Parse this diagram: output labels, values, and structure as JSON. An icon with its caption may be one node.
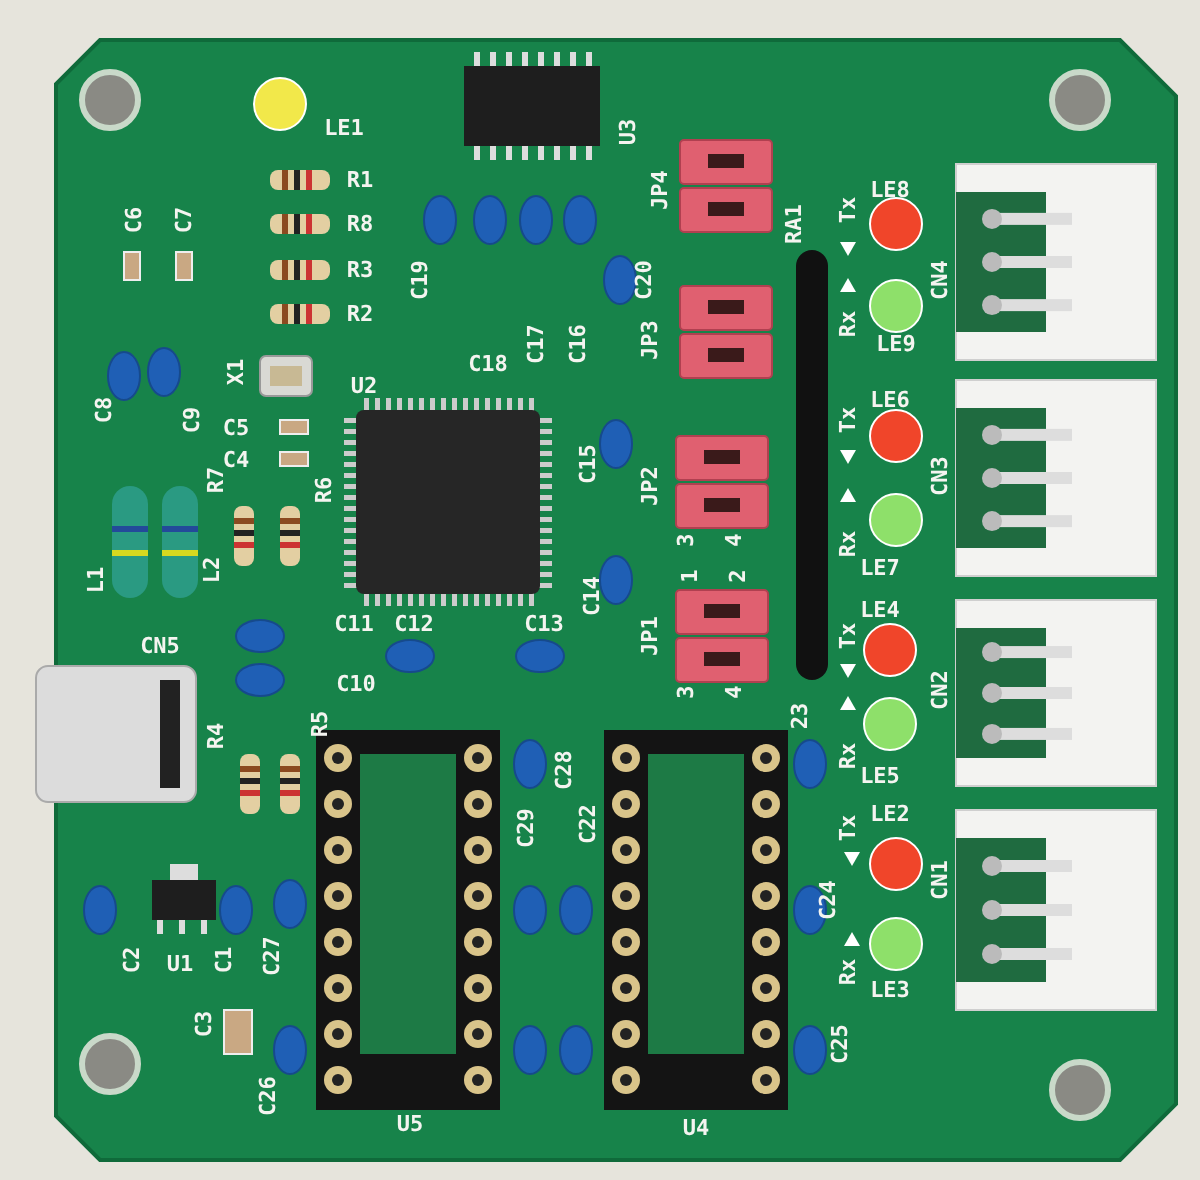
{
  "diagram": {
    "labels": [
      "LE1",
      "R1",
      "R8",
      "R3",
      "R2",
      "C6",
      "C7",
      "C8",
      "C9",
      "X1",
      "C5",
      "C4",
      "U2",
      "U3",
      "C19",
      "C18",
      "C17",
      "C16",
      "C20",
      "JP4",
      "RA1",
      "LE8",
      "Tx",
      "CN4",
      "Rx",
      "LE9",
      "JP3",
      "C15",
      "LE6",
      "Tx",
      "CN3",
      "Rx",
      "LE7",
      "JP2",
      "L1",
      "L2",
      "R7",
      "R6",
      "C14",
      "3",
      "4",
      "1",
      "2",
      "JP1",
      "3",
      "4",
      "LE4",
      "Tx",
      "CN2",
      "Rx",
      "LE5",
      "CN5",
      "C11",
      "C12",
      "C13",
      "C10",
      "R4",
      "R5",
      "C28",
      "23",
      "C29",
      "C22",
      "LE2",
      "Tx",
      "CN1",
      "C24",
      "Rx",
      "LE3",
      "C2",
      "U1",
      "C1",
      "C27",
      "C3",
      "C26",
      "C25",
      "U5",
      "U4"
    ]
  }
}
